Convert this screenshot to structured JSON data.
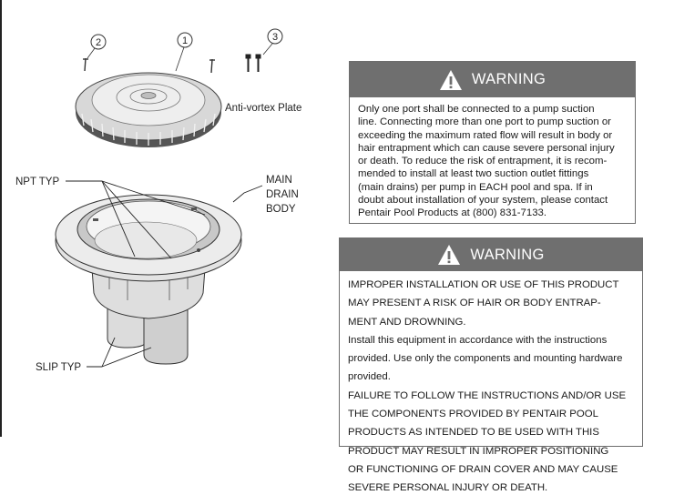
{
  "diagram": {
    "callouts": [
      "2",
      "1",
      "3"
    ],
    "labels": {
      "anti_vortex": "Anti-vortex Plate",
      "npt": "NPT TYP",
      "main": "MAIN",
      "drain": "DRAIN",
      "body": "BODY",
      "slip": "SLIP TYP"
    }
  },
  "warning1": {
    "title": "WARNING",
    "lines": [
      "Only one port shall be connected to a pump suction",
      "line. Connecting more than one port to pump suction or",
      "exceeding the maximum rated flow will result in body or",
      "hair entrapment which can cause severe personal injury",
      "or death. To reduce the risk of entrapment, it is recom-",
      "mended to install at least two suction outlet fittings",
      "(main drains) per pump in EACH pool and spa. If in",
      "doubt about installation of your system, please contact",
      "Pentair Pool Products at (800) 831-7133."
    ]
  },
  "warning2": {
    "title": "WARNING",
    "paragraph1": [
      "IMPROPER INSTALLATION OR USE OF THIS PRODUCT",
      "MAY PRESENT A RISK OF HAIR OR BODY ENTRAP-",
      "MENT AND DROWNING."
    ],
    "paragraph2": [
      "Install this equipment in accordance with the instructions",
      "provided. Use only the components and mounting hardware",
      "provided."
    ],
    "paragraph3": [
      "FAILURE TO FOLLOW THE INSTRUCTIONS AND/OR USE",
      "THE COMPONENTS PROVIDED BY PENTAIR POOL",
      "PRODUCTS AS INTENDED TO BE USED WITH THIS",
      "PRODUCT MAY RESULT IN IMPROPER POSITIONING",
      "OR FUNCTIONING OF DRAIN COVER AND MAY CAUSE",
      "SEVERE PERSONAL INJURY OR DEATH."
    ]
  }
}
